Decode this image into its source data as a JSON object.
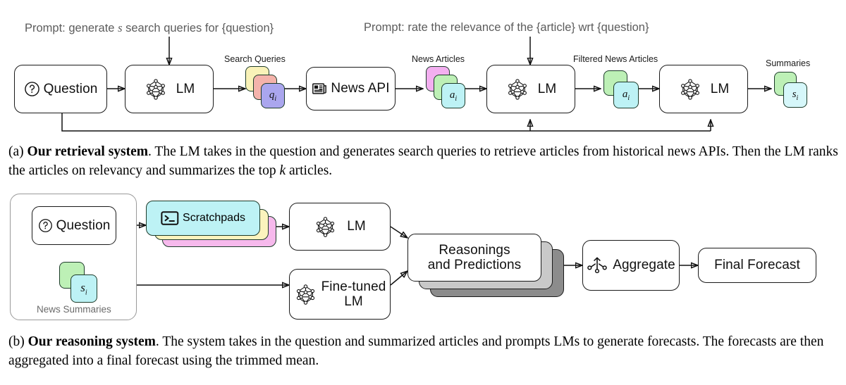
{
  "figure": {
    "panel_a": {
      "prompts": [
        {
          "id": "p1",
          "text_before": "Prompt: generate ",
          "emphasis": "s",
          "text_after": " search queries for {question}"
        },
        {
          "id": "p2",
          "text": "Prompt: rate the relevance of the {article} wrt {question}"
        }
      ],
      "nodes": [
        {
          "id": "question",
          "label": "Question",
          "icon": "question-circle-icon"
        },
        {
          "id": "lm1",
          "label": "LM",
          "icon": "neural-net-icon"
        },
        {
          "id": "news_api",
          "label": "News API",
          "icon": "newspaper-icon"
        },
        {
          "id": "lm2",
          "label": "LM",
          "icon": "neural-net-icon"
        },
        {
          "id": "lm3",
          "label": "LM",
          "icon": "neural-net-icon"
        }
      ],
      "stacks": [
        {
          "id": "search_queries",
          "label": "Search Queries",
          "front_symbol": "q",
          "front_subscript": "i",
          "colors": [
            "#f9f2b8",
            "#f4b3ab",
            "#aaa6ee"
          ]
        },
        {
          "id": "news_articles",
          "label": "News Articles",
          "front_symbol": "a",
          "front_subscript": "i",
          "colors": [
            "#f3aff0",
            "#bdf0b6",
            "#bdf2f5"
          ]
        },
        {
          "id": "filtered_news_articles",
          "label": "Filtered News Articles",
          "front_symbol": "a",
          "front_subscript": "i",
          "colors": [
            "#bdf0b6",
            "#bdf2f5"
          ]
        },
        {
          "id": "summaries",
          "label": "Summaries",
          "front_symbol": "s",
          "front_subscript": "i",
          "colors": [
            "#bdf0b6",
            "#d6f7fa"
          ]
        }
      ]
    },
    "panel_b": {
      "group": {
        "id": "inputs",
        "label": "News Summaries"
      },
      "nodes": [
        {
          "id": "question_b",
          "label": "Question",
          "icon": "question-circle-icon"
        },
        {
          "id": "scratchpads",
          "label": "Scratchpads",
          "icon": "terminal-icon"
        },
        {
          "id": "lm_b",
          "label": "LM",
          "icon": "neural-net-icon"
        },
        {
          "id": "finetuned_lm",
          "label": "Fine-tuned\nLM",
          "icon": "neural-net-icon"
        },
        {
          "id": "reasonings",
          "label": "Reasonings\nand Predictions"
        },
        {
          "id": "aggregate",
          "label": "Aggregate",
          "icon": "aggregate-icon"
        },
        {
          "id": "final_forecast",
          "label": "Final Forecast"
        }
      ],
      "summaries_stack": {
        "id": "summaries_b",
        "front_symbol": "s",
        "front_subscript": "i",
        "colors": [
          "#bdf0b6",
          "#bdf2f5"
        ]
      },
      "scratchpad_colors": [
        "#f6b9ec",
        "#fbf3bd",
        "#bdf2f5"
      ],
      "reasoning_stack_colors": [
        "#8c8c8c",
        "#c9c9c9",
        "#ffffff"
      ]
    },
    "captions": {
      "a": {
        "tag": "(a)",
        "bold": "Our retrieval system",
        "line1_rest": ". The LM takes in the question and generates search queries to retrieve articles from",
        "line2_a": "historical news APIs. Then the LM ranks the articles on relevancy and summarizes the top ",
        "line2_italic": "k",
        "line2_b": " articles."
      },
      "b": {
        "tag": "(b)",
        "bold": "Our reasoning system",
        "line1_rest": ". The system takes in the question and summarized articles and prompts LMs to",
        "line2": "generate forecasts. The forecasts are then aggregated into a final forecast using the trimmed mean."
      }
    },
    "colors": {
      "stroke": "#1a1a1a",
      "prompt_text": "#5c5c5c",
      "group_border": "#9a9a9a",
      "group_label": "#6b6b6b"
    }
  }
}
